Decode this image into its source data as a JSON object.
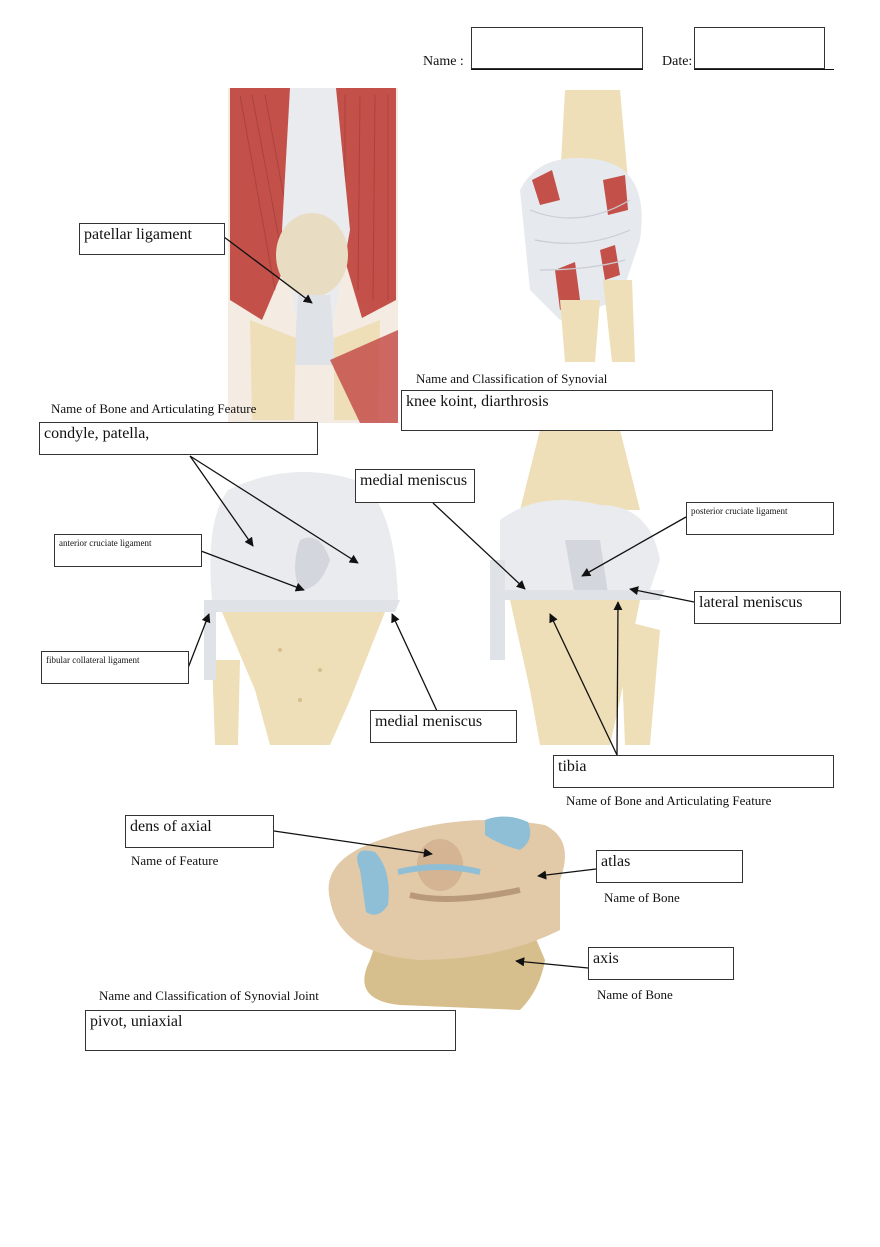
{
  "header": {
    "name_label": "Name :",
    "date_label": "Date:",
    "name_value": "",
    "date_value": ""
  },
  "knee_anterior_superficial": {
    "label_patellar": "patellar ligament"
  },
  "knee_posterior": {
    "caption_synovial": "Name and Classification of Synovial",
    "answer_synovial": "knee koint, diarthrosis"
  },
  "knee_anterior_deep": {
    "caption_bone": "Name of Bone and Articulating Feature",
    "answer_bone": "condyle, patella,",
    "label_acl": "anterior cruciate ligament",
    "label_fibular": "fibular collateral ligament",
    "label_medial_meniscus": "medial meniscus"
  },
  "knee_posterior_deep": {
    "label_medial_meniscus": "medial meniscus",
    "label_pcl": "posterior cruciate ligament",
    "label_lateral_meniscus": "lateral meniscus",
    "answer_bone": "tibia",
    "caption_bone": "Name of Bone and Articulating Feature"
  },
  "atlantoaxial": {
    "label_dens": "dens of axial",
    "caption_feature": "Name of Feature",
    "label_atlas": "atlas",
    "caption_atlas": "Name of Bone",
    "label_axis": "axis",
    "caption_axis": "Name of Bone",
    "caption_joint": "Name and Classification of Synovial Joint",
    "answer_joint": "pivot, uniaxial"
  },
  "colors": {
    "bone": "#eedfb8",
    "bone_dark": "#d6bf8c",
    "cartilage": "#e6e9ee",
    "ligament": "#dfe3e8",
    "muscle": "#c4504a",
    "atlas_cartilage": "#8fbfd6"
  }
}
